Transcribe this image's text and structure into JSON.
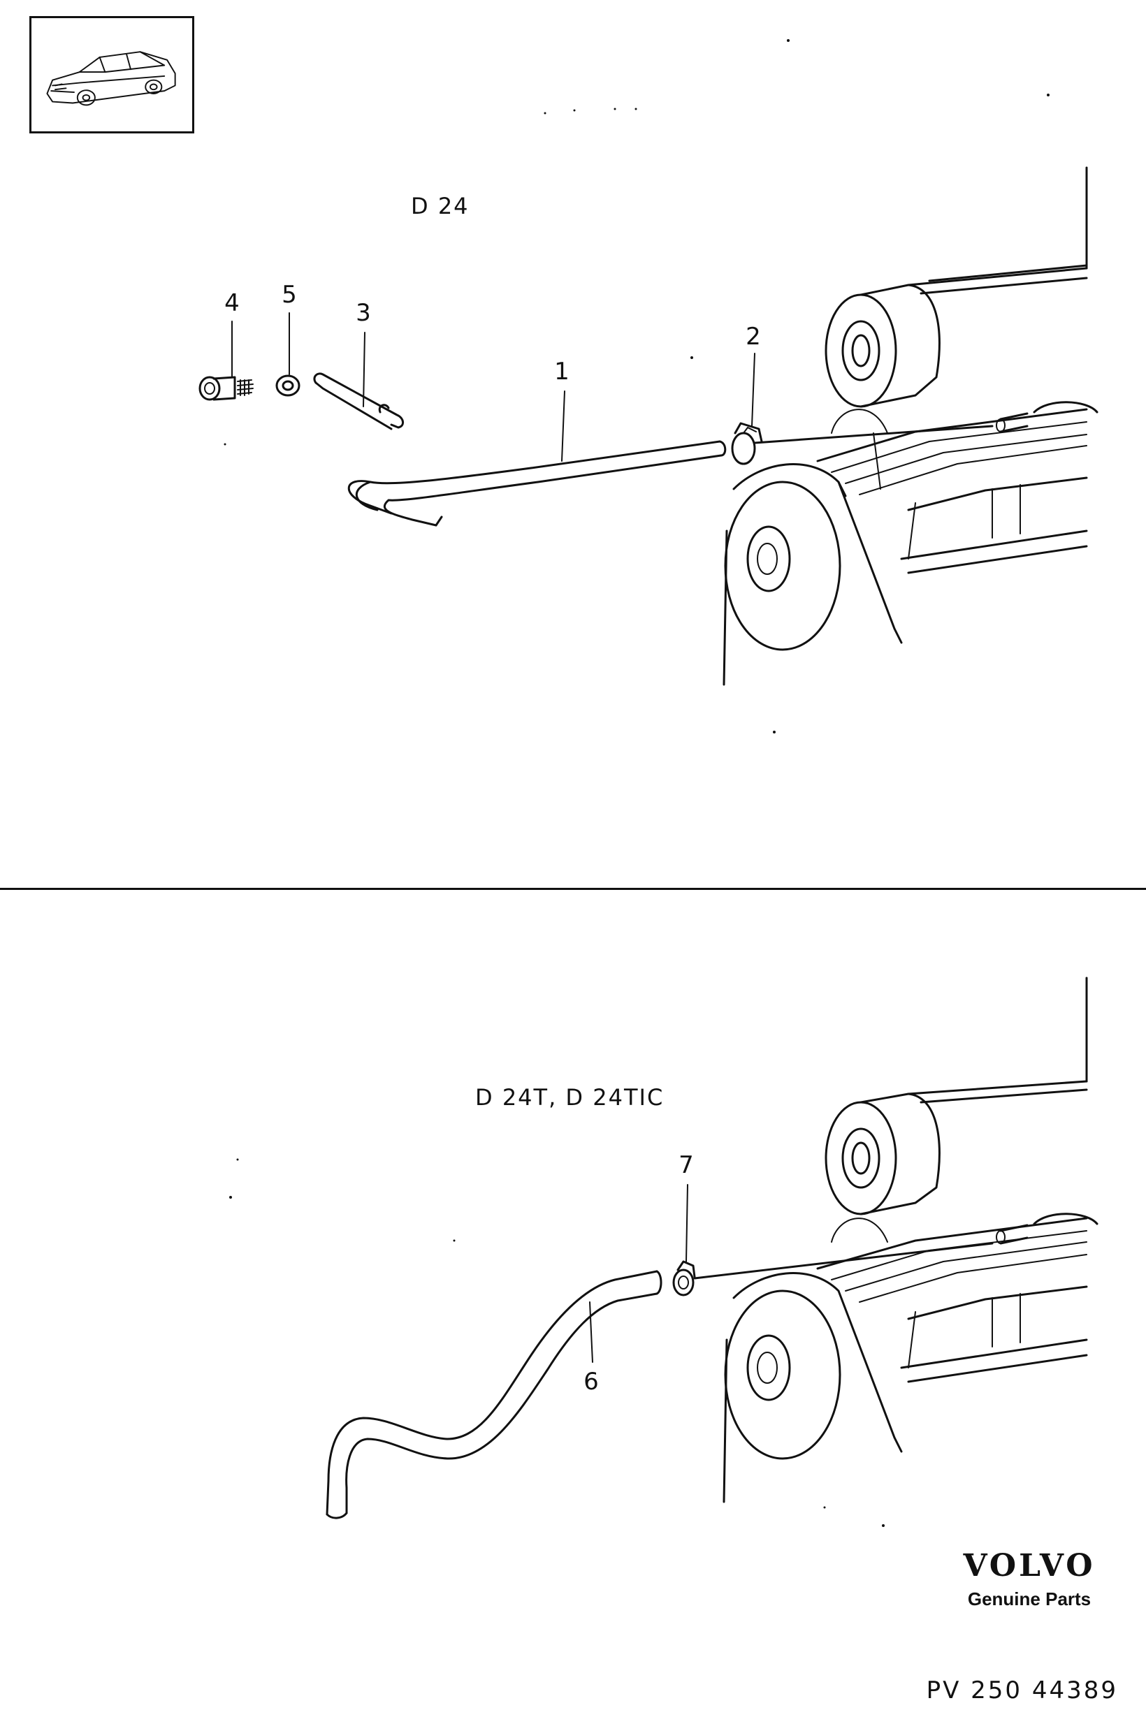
{
  "sections": [
    {
      "variant_label": "D 24"
    },
    {
      "variant_label": "D 24T, D 24TIC"
    }
  ],
  "callouts": {
    "hose_1": "1",
    "clamp_2": "2",
    "bracket_3": "3",
    "screw_4": "4",
    "nut_5": "5",
    "hose_6": "6",
    "clamp_7": "7"
  },
  "brand": {
    "logo": "VOLVO",
    "tagline": "Genuine Parts"
  },
  "document_number": "PV 250  44389",
  "icons": [
    "car-thumbnail-icon",
    "volvo-logo"
  ]
}
